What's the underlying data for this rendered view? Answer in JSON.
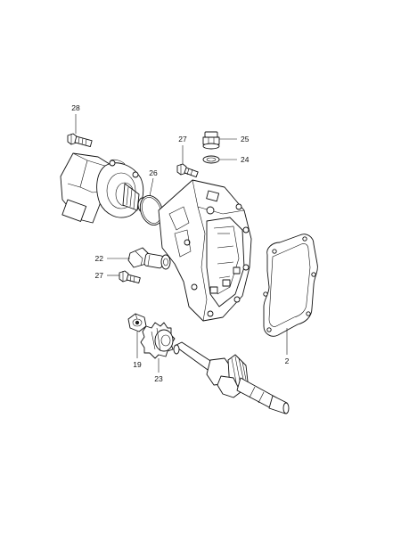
{
  "diagram": {
    "callouts": [
      {
        "id": "c28",
        "text": "28"
      },
      {
        "id": "c27a",
        "text": "27"
      },
      {
        "id": "c25",
        "text": "25"
      },
      {
        "id": "c24",
        "text": "24"
      },
      {
        "id": "c26",
        "text": "26"
      },
      {
        "id": "c22",
        "text": "22"
      },
      {
        "id": "c27b",
        "text": "27"
      },
      {
        "id": "c2",
        "text": "2"
      },
      {
        "id": "c19",
        "text": "19"
      },
      {
        "id": "c23",
        "text": "23"
      }
    ]
  }
}
